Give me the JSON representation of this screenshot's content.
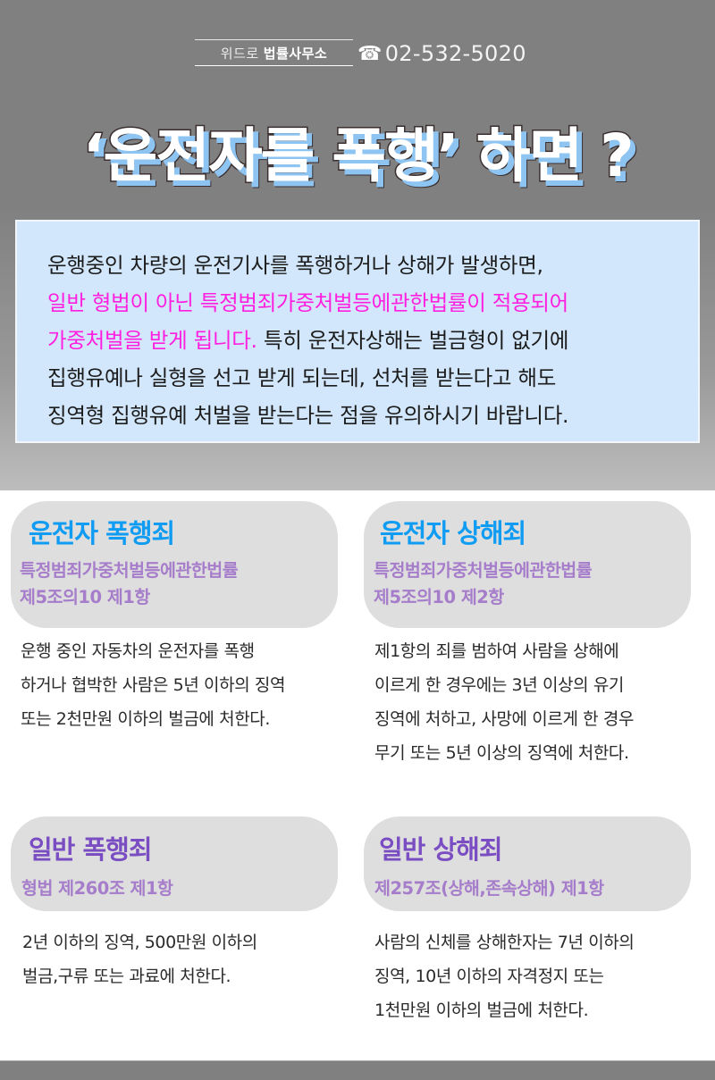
{
  "header": {
    "firm_prefix": "위드로",
    "firm_name": "법률사무소",
    "phone_icon": "telephone-icon",
    "phone_glyph": "☎",
    "phone_number": "02-532-5020"
  },
  "title": "‘운전자를 폭행’ 하면 ?",
  "intro": {
    "line1": "운행중인 차량의 운전기사를 폭행하거나 상해가 발생하면,",
    "line2_highlight": "일반 형법이 아닌 특정범죄가중처벌등에관한법률이 적용되어",
    "line3_highlight": "가중처벌을 받게 됩니다.",
    "line3_rest": " 특히 운전자상해는 벌금형이 없기에",
    "line4": "집행유예나 실형을 선고 받게 되는데, 선처를 받는다고 해도",
    "line5": "징역형 집행유예 처벌을 받는다는 점을 유의하시기 바랍니다."
  },
  "colors": {
    "background_gray": "#808080",
    "intro_bg": "#d3e7fc",
    "highlight_pink": "#ff1fe0",
    "title_blue": "#0f9cf2",
    "title_purple": "#7a4dc2",
    "sub_purple": "#a67dca",
    "card_bg": "#dedede"
  },
  "cards": [
    {
      "title": "운전자 폭행죄",
      "sub_line1": "특정범죄가중처벌등에관한법률",
      "sub_line2": "제5조의10 제1항",
      "body": [
        "운행 중인 자동차의 운전자를 폭행",
        "하거나 협박한 사람은 5년 이하의 징역",
        "또는 2천만원 이하의 벌금에 처한다."
      ]
    },
    {
      "title": "운전자 상해죄",
      "sub_line1": "특정범죄가중처벌등에관한법률",
      "sub_line2": "제5조의10 제2항",
      "body": [
        "제1항의 죄를 범하여 사람을 상해에",
        "이르게 한 경우에는 3년 이상의 유기",
        "징역에 처하고, 사망에 이르게 한 경우",
        "무기 또는 5년 이상의 징역에 처한다."
      ]
    },
    {
      "title": "일반 폭행죄",
      "sub_line1": "형법 제260조 제1항",
      "body": [
        "2년 이하의 징역, 500만원 이하의",
        "벌금,구류 또는 과료에 처한다."
      ]
    },
    {
      "title": "일반 상해죄",
      "sub_line1": "제257조(상해,존속상해) 제1항",
      "body": [
        "사람의 신체를 상해한자는 7년 이하의",
        "징역, 10년 이하의 자격정지 또는",
        "1천만원 이하의 벌금에 처한다."
      ]
    }
  ]
}
